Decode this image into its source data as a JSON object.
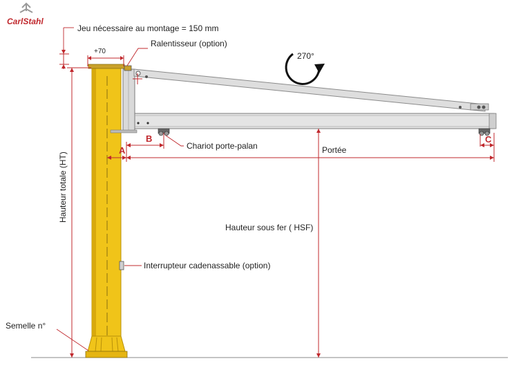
{
  "logo": {
    "text": "CarlStahl"
  },
  "labels": {
    "clearance": "Jeu nécessaire au montage = 150 mm",
    "offset": "+70",
    "buffer": "Ralentisseur (option)",
    "rotation": "270°",
    "dim_a": "A",
    "dim_b": "B",
    "dim_c": "C",
    "trolley": "Chariot porte-palan",
    "span": "Portée",
    "total_height": "Hauteur totale (HT)",
    "height_under_hook": "Hauteur sous fer ( HSF)",
    "switch": "Interrupteur cadenassable (option)",
    "base_plate": "Semelle n°"
  },
  "colors": {
    "accent": "#c0282d",
    "column": "#f0c419",
    "column_shadow": "#d8a90c",
    "beam": "#d9d9d9",
    "beam_edge": "#8a8a8a"
  },
  "icons": {
    "rotation": "rotation-arrow-icon",
    "logo": "carlstahl-logo-icon"
  }
}
